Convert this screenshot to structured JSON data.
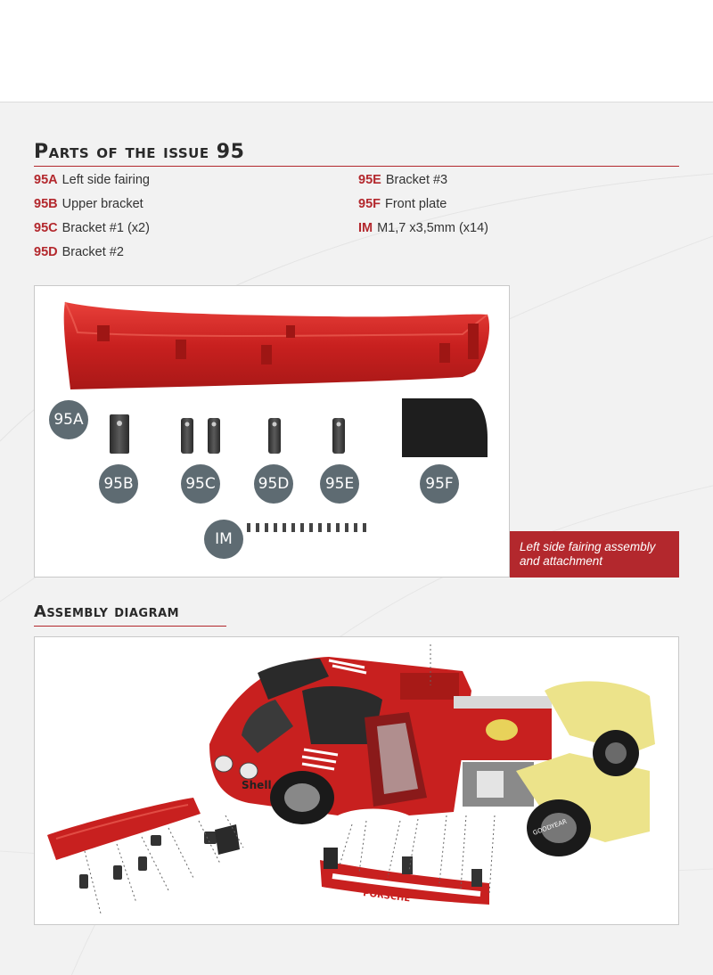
{
  "parts_section": {
    "title_prefix": "Parts of the issue",
    "issue_number": "95",
    "items": [
      {
        "code": "95A",
        "label": "Left side fairing"
      },
      {
        "code": "95B",
        "label": "Upper bracket"
      },
      {
        "code": "95C",
        "label": "Bracket #1 (x2)"
      },
      {
        "code": "95D",
        "label": "Bracket #2"
      },
      {
        "code": "95E",
        "label": "Bracket #3"
      },
      {
        "code": "95F",
        "label": "Front plate"
      },
      {
        "code": "IM",
        "label": "M1,7 x3,5mm (x14)"
      }
    ]
  },
  "parts_image": {
    "labels": [
      "95A",
      "95B",
      "95C",
      "95D",
      "95E",
      "95F",
      "IM"
    ],
    "caption": [
      "Left side fairing assembly",
      "and attachment"
    ]
  },
  "assembly_section": {
    "title": "Assembly diagram",
    "car_text": [
      "Shell",
      "PORSCHE",
      "GOODYEAR"
    ]
  },
  "colors": {
    "accent_red": "#b3282d",
    "label_grey": "#5e6b72",
    "car_red": "#c8201f",
    "car_yellow": "#ece38a"
  }
}
